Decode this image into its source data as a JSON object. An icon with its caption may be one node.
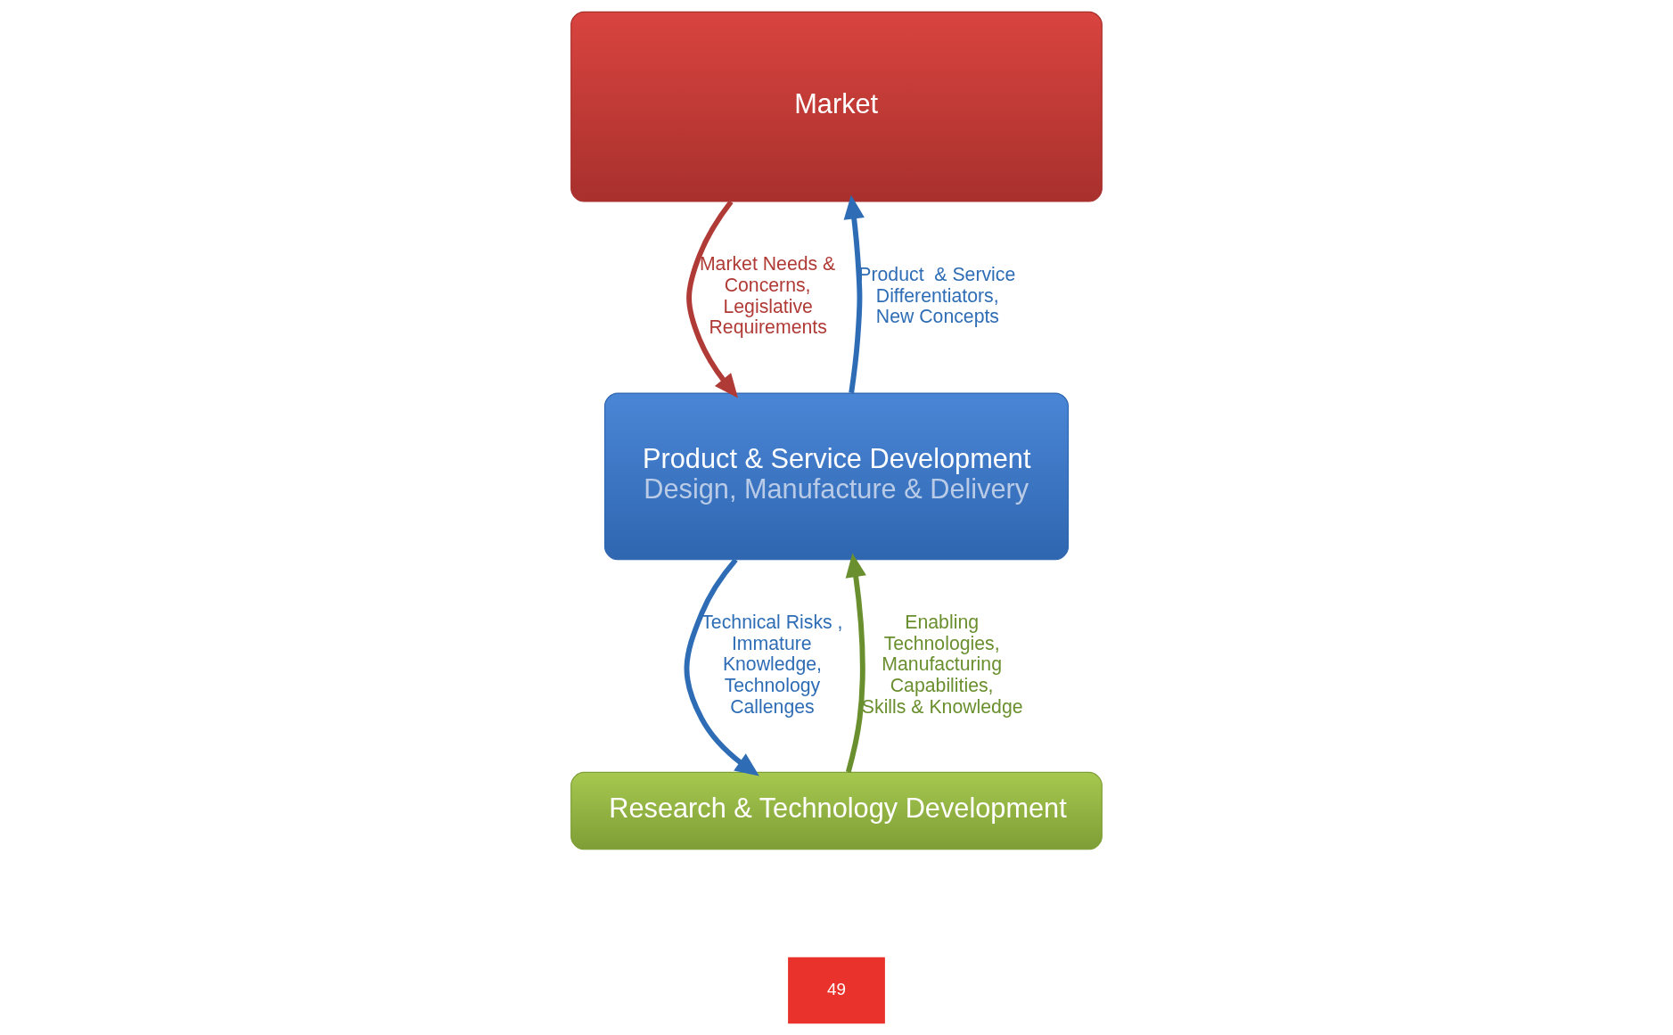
{
  "diagram": {
    "nodes": [
      {
        "text": [
          "Market"
        ]
      },
      {
        "text": [
          "Product & Service Development",
          "Design, Manufacture & Delivery"
        ]
      },
      {
        "text": [
          "Research & Technology Development"
        ]
      }
    ],
    "edges": [
      {
        "from": 1,
        "to": 0,
        "arrow": "to",
        "label": "Product  & Service Differentiators, New Concepts"
      },
      {
        "from": 0,
        "to": 1,
        "arrow": "to",
        "label": "Market Needs & Concerns, Legislative Requirements",
        "color": "#b03a36"
      },
      {
        "from": 1,
        "to": 2,
        "arrow": "to",
        "label": "Technical Risks , Immature Knowledge, Technology Callenges"
      },
      {
        "from": 2,
        "to": 1,
        "arrow": "to",
        "label": "Enabling Technologies, Manufacturing Capabilities, Skills & Knowledge",
        "color": "#6a8f2e"
      }
    ],
    "labels": [
      "49"
    ]
  }
}
